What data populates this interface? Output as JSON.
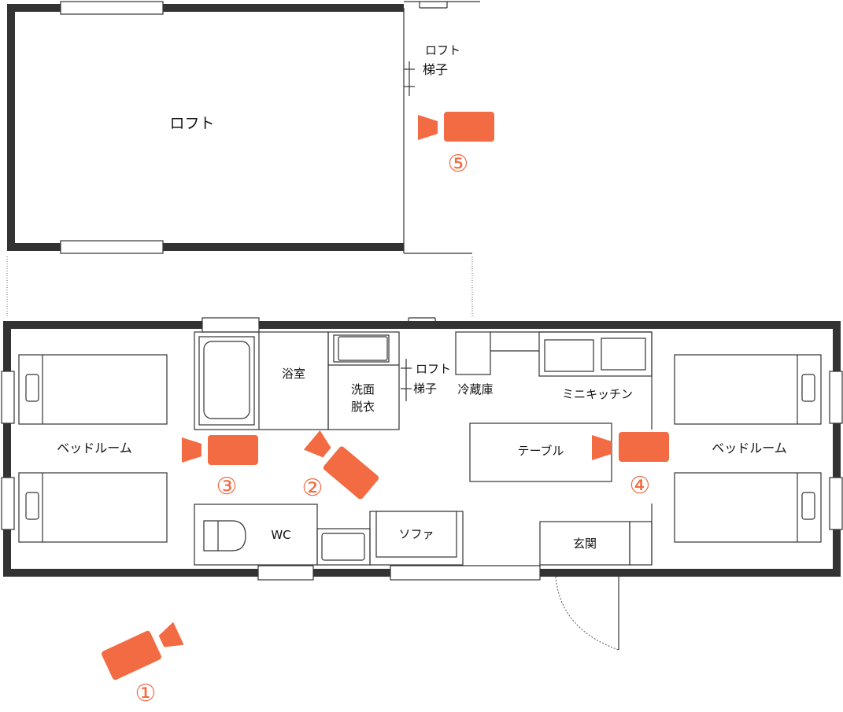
{
  "labels": {
    "loft": "ロフト",
    "loft_ladder_top_1": "ロフト",
    "loft_ladder_top_2": "梯子",
    "loft_ladder_bottom_1": "ロフト",
    "loft_ladder_bottom_2": "梯子",
    "bathroom": "浴室",
    "washroom_1": "洗面",
    "washroom_2": "脱衣",
    "fridge": "冷蔵庫",
    "mini_kitchen": "ミニキッチン",
    "bedroom_left": "ベッドルーム",
    "bedroom_right": "ベッドルーム",
    "table": "テーブル",
    "wc": "WC",
    "sofa": "ソファ",
    "entrance": "玄関"
  },
  "cameras": {
    "c1": "①",
    "c2": "②",
    "c3": "③",
    "c4": "④",
    "c5": "⑤"
  },
  "colors": {
    "camera": "#f26b43",
    "wall": "#333333",
    "line": "#333333",
    "text": "#111111"
  }
}
